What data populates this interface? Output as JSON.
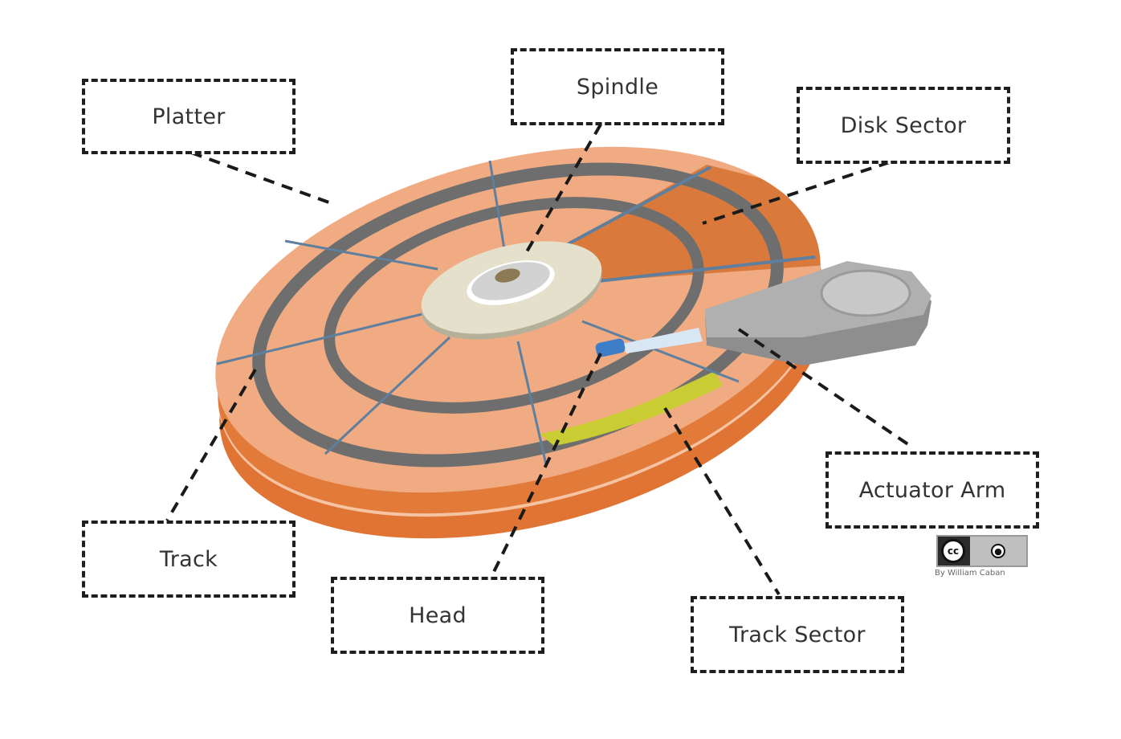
{
  "labels": {
    "platter": "Platter",
    "spindle": "Spindle",
    "disk_sector": "Disk Sector",
    "actuator_arm": "Actuator Arm",
    "track": "Track",
    "head": "Head",
    "track_sector": "Track Sector"
  },
  "license": {
    "cc_icon": "cc-icon",
    "by_icon": "person-icon",
    "credit": "By William Caban"
  },
  "colors": {
    "platter_top": "#f0ab82",
    "platter_side": "#e27a3a",
    "disk_sector": "#d97a3c",
    "track_ring": "#6e6e6e",
    "sector_lines": "#5f7f9f",
    "track_sector": "#c9cc32",
    "actuator": "#a8a8a8"
  }
}
